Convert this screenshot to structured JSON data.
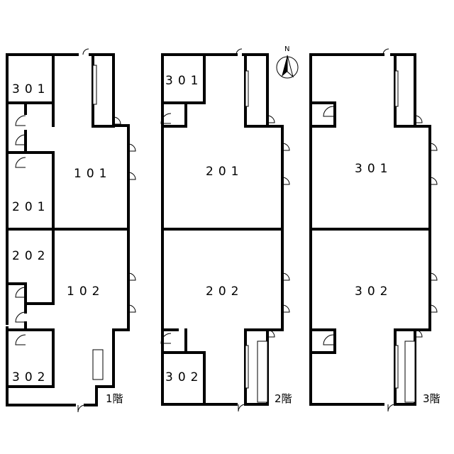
{
  "floors": [
    {
      "floor_label": "1階",
      "rooms": {
        "room_301": "301",
        "room_201": "201",
        "room_202": "202",
        "room_302": "302",
        "room_101": "101",
        "room_102": "102"
      }
    },
    {
      "floor_label": "2階",
      "rooms": {
        "room_301": "301",
        "room_201": "201",
        "room_202": "202",
        "room_302": "302"
      }
    },
    {
      "floor_label": "3階",
      "rooms": {
        "room_301": "301",
        "room_302": "302"
      }
    }
  ],
  "compass": {
    "north_label": "N",
    "icon": "north-arrow-icon"
  }
}
